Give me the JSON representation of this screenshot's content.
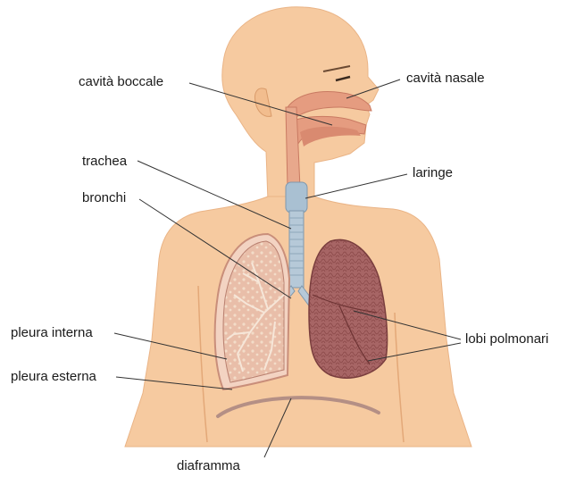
{
  "labels": {
    "cavita_boccale": "cavità boccale",
    "cavita_nasale": "cavità nasale",
    "trachea": "trachea",
    "laringe": "laringe",
    "bronchi": "bronchi",
    "pleura_interna": "pleura interna",
    "lobi_polmonari": "lobi polmonari",
    "pleura_esterna": "pleura esterna",
    "diaframma": "diaframma"
  },
  "colors": {
    "skin": "#f6caa0",
    "skin_outline": "#e8b07c",
    "airway": "#e59c80",
    "airway_dark": "#c97a62",
    "lung_left": "#e7b8a4",
    "lung_right": "#a06060",
    "lung_right_texture": "#8a4a4a",
    "trachea": "#9fb6c8",
    "leader_line": "#333333"
  }
}
